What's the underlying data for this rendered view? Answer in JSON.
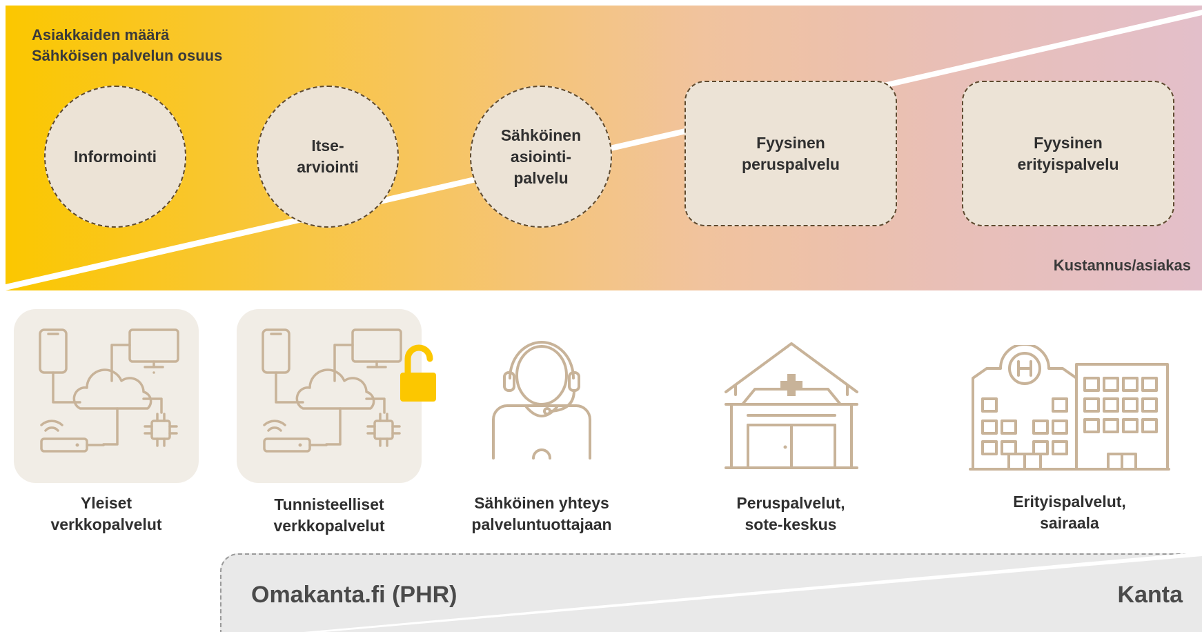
{
  "header": {
    "line1": "Asiakkaiden määrä",
    "line2": "Sähköisen palvelun osuus",
    "cost_label": "Kustannus/asiakas"
  },
  "stages": [
    {
      "label": "Informointi"
    },
    {
      "label": "Itse-\narviointi"
    },
    {
      "label": "Sähköinen\nasiointi-\npalvelu"
    },
    {
      "label": "Fyysinen\nperuspalvelu"
    },
    {
      "label": "Fyysinen\nerityispalvelu"
    }
  ],
  "services": [
    {
      "label": "Yleiset\nverkkopalvelut",
      "icon": "network-devices-icon"
    },
    {
      "label": "Tunnisteelliset\nverkkopalvelut",
      "icon": "network-devices-lock-icon"
    },
    {
      "label": "Sähköinen yhteys\npalveluntuottajaan",
      "icon": "headset-agent-icon"
    },
    {
      "label": "Peruspalvelut,\nsote-keskus",
      "icon": "health-center-icon"
    },
    {
      "label": "Erityispalvelut,\nsairaala",
      "icon": "hospital-icon"
    }
  ],
  "footer": {
    "left_label": "Omakanta.fi (PHR)",
    "right_label": "Kanta"
  },
  "colors": {
    "gradient_start": "#fbc700",
    "gradient_end": "#e3bfca",
    "stage_fill": "#ece3d6",
    "icon_stroke": "#c8b399",
    "lock": "#fcc700"
  }
}
